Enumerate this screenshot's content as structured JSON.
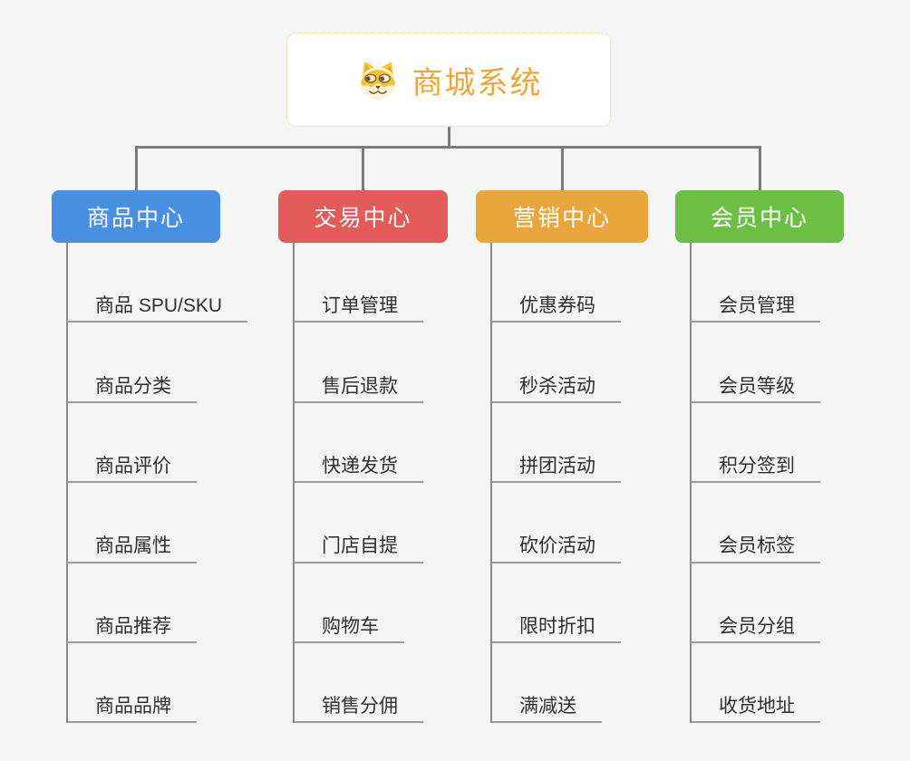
{
  "root": {
    "title": "商城系统",
    "icon": "doge-mascot-icon",
    "title_color": "#EBA63C",
    "border_color": "#F0C27E",
    "background": "#FFFFFF"
  },
  "branches": [
    {
      "label": "商品中心",
      "color": "#4A90E2",
      "items": [
        "商品 SPU/SKU",
        "商品分类",
        "商品评价",
        "商品属性",
        "商品推荐",
        "商品品牌"
      ]
    },
    {
      "label": "交易中心",
      "color": "#E35B5B",
      "items": [
        "订单管理",
        "售后退款",
        "快递发货",
        "门店自提",
        "购物车",
        "销售分佣"
      ]
    },
    {
      "label": "营销中心",
      "color": "#E9A63C",
      "items": [
        "优惠券码",
        "秒杀活动",
        "拼团活动",
        "砍价活动",
        "限时折扣",
        "满减送"
      ]
    },
    {
      "label": "会员中心",
      "color": "#6CBE45",
      "items": [
        "会员管理",
        "会员等级",
        "积分签到",
        "会员标签",
        "会员分组",
        "收货地址"
      ]
    }
  ],
  "colors": {
    "background": "#F5F5F5",
    "connector": "#7B7B7B",
    "branch_line": "#8A8A8A",
    "item_underline": "#9C9C9C",
    "item_text": "#2F2F2F",
    "branch_text": "#FFFFFF"
  }
}
